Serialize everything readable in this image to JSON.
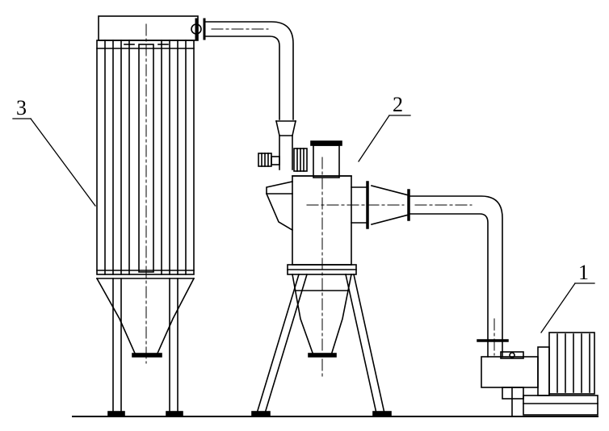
{
  "labels": {
    "filter": "3",
    "cyclone": "2",
    "fan": "1"
  },
  "colors": {
    "line": "#000000",
    "background": "#ffffff"
  }
}
